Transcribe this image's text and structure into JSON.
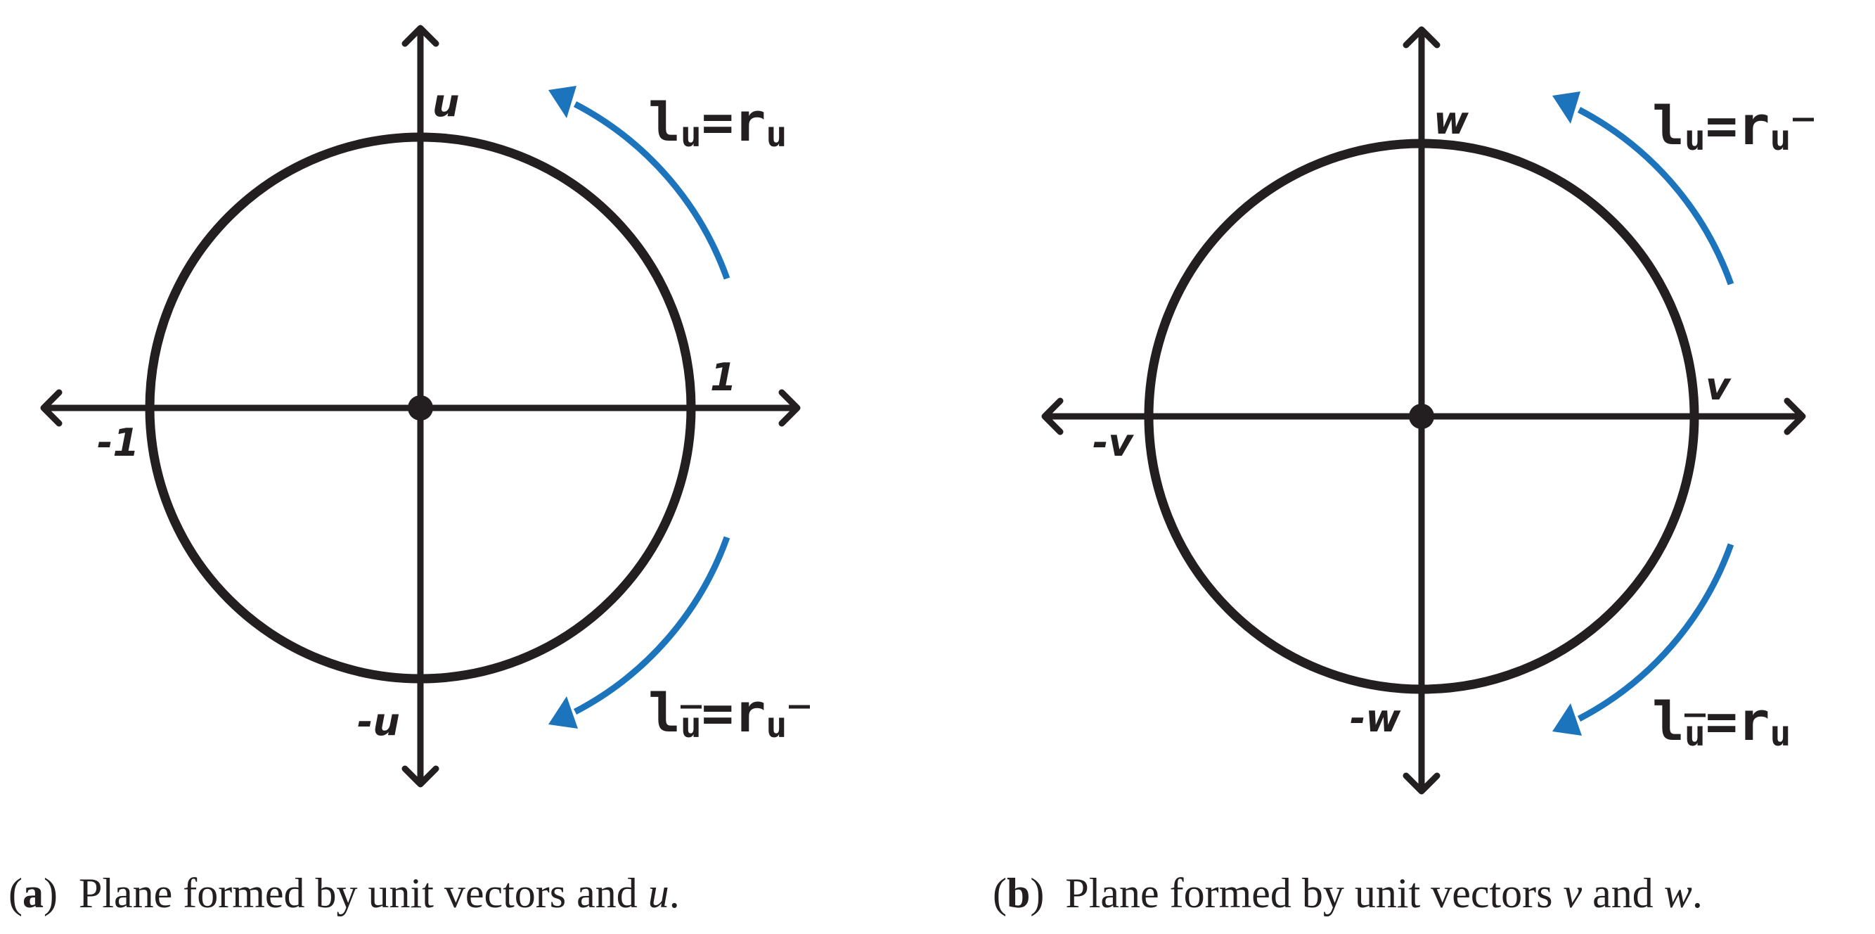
{
  "panel_a": {
    "axis_labels": {
      "pos_x": "1",
      "neg_x": "-1",
      "pos_y": "u",
      "neg_y": "-u"
    },
    "relation_top": {
      "lhs": "l",
      "lhs_sub": "u",
      "lhs_sub_bar": false,
      "eq": "=",
      "rhs": "r",
      "rhs_sub": "u",
      "rhs_sub_bar": false
    },
    "relation_bottom": {
      "lhs": "l",
      "lhs_sub": "u",
      "lhs_sub_bar": true,
      "eq": "=",
      "rhs": "r",
      "rhs_sub": "u",
      "rhs_sub_bar": true
    },
    "caption": {
      "open": "(",
      "letter": "a",
      "close": ")",
      "text": "Plane formed by unit vectors and ",
      "var": "u",
      "end": "."
    }
  },
  "panel_b": {
    "axis_labels": {
      "pos_x": "v",
      "neg_x": "-v",
      "pos_y": "w",
      "neg_y": "-w"
    },
    "relation_top": {
      "lhs": "l",
      "lhs_sub": "u",
      "lhs_sub_bar": false,
      "eq": "=",
      "rhs": "r",
      "rhs_sub": "u",
      "rhs_sub_bar": true
    },
    "relation_bottom": {
      "lhs": "l",
      "lhs_sub": "u",
      "lhs_sub_bar": true,
      "eq": "=",
      "rhs": "r",
      "rhs_sub": "u",
      "rhs_sub_bar": false
    },
    "caption": {
      "open": "(",
      "letter": "b",
      "close": ")",
      "text": "Plane formed by unit vectors ",
      "var1": "v",
      "mid": " and ",
      "var2": "w",
      "end": "."
    }
  },
  "colors": {
    "ink": "#231f20",
    "rotation_arrow": "#1c75bc"
  }
}
